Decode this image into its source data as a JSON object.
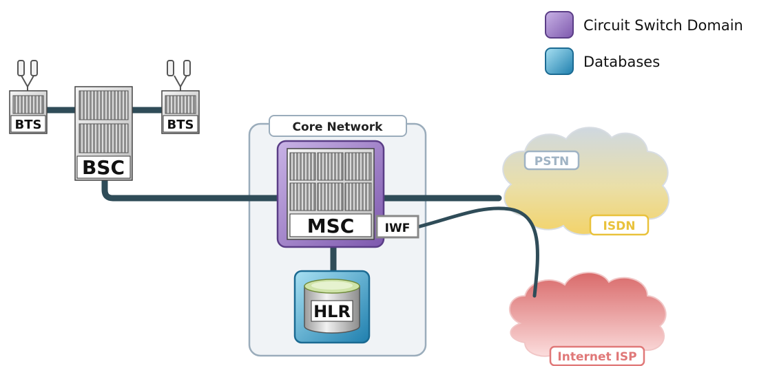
{
  "legend": {
    "items": [
      {
        "label": "Circuit Switch Domain",
        "color": "#9b7fc4"
      },
      {
        "label": "Databases",
        "color": "#2f9bc0"
      }
    ]
  },
  "core_network": {
    "label": "Core Network"
  },
  "nodes": {
    "bts_left": {
      "label": "BTS"
    },
    "bts_right": {
      "label": "BTS"
    },
    "bsc": {
      "label": "BSC"
    },
    "msc": {
      "label": "MSC",
      "color": "#8a64b8"
    },
    "iwf": {
      "label": "IWF"
    },
    "hlr": {
      "label": "HLR",
      "color": "#2a93bd"
    }
  },
  "clouds": {
    "pstn": {
      "label": "PSTN",
      "color": "#a8b9c8"
    },
    "isdn": {
      "label": "ISDN",
      "color": "#e9c23b"
    },
    "internet": {
      "label": "Internet ISP",
      "color": "#e07878"
    }
  }
}
